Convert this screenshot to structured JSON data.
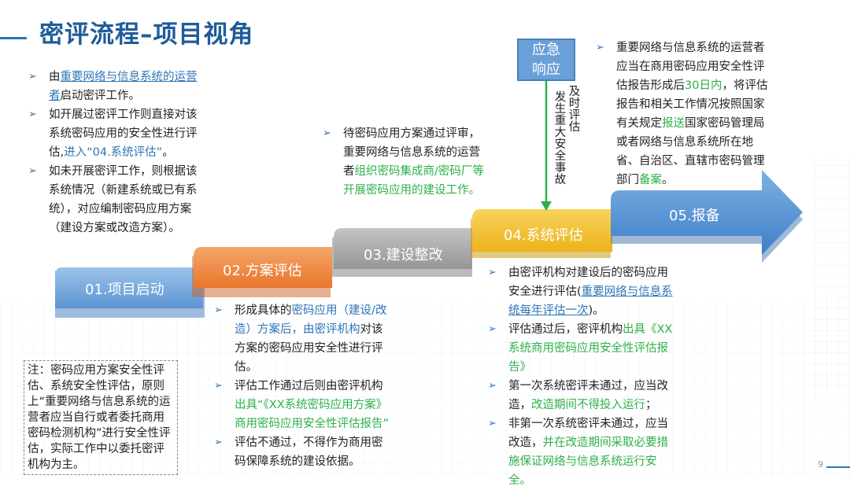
{
  "title": "密评流程–项目视角",
  "steps": [
    {
      "label": "01.项目启动"
    },
    {
      "label": "02.方案评估"
    },
    {
      "label": "03.建设整改"
    },
    {
      "label": "04.系统评估"
    },
    {
      "label": "05.报备"
    }
  ],
  "emergency": {
    "box": [
      "应急",
      "响应"
    ],
    "col1": [
      "发",
      "生",
      "重",
      "大",
      "安",
      "全",
      "事",
      "故"
    ],
    "col2": [
      "及",
      "时",
      "评",
      "估"
    ]
  },
  "left": {
    "b1": {
      "pre": "由",
      "link": "重要网络与信息系统的运营者",
      "post": "启动密评工作。"
    },
    "b2": {
      "text": "如开展过密评工作则直接对该系统密码应用的安全性进行评估,",
      "hl": "进入“04.系统评估”",
      "post": "。"
    },
    "b3": {
      "text": "如未开展密评工作，则根据该系统情况（新建系统或已有系统），对应编制密码应用方案（建设方案或改造方案）。"
    }
  },
  "mid": {
    "b1": {
      "pre": "待密码应用方案通过评审，重要网络与信息系统的运营者",
      "hl": "组织密码集成商/密码厂等开展密码应用的建设工作。"
    }
  },
  "plan": {
    "b1": {
      "pre": "形成具体的",
      "hl": "密码应用（建设/改造）方案后，由密评机构",
      "post": "对该方案的密码应用安全性进行评估。"
    },
    "b2": {
      "pre": "评估工作通过后则由密评机构",
      "hl": "出具“《XX系统密码应用方案》商用密码应用安全性评估报告”"
    },
    "b3": {
      "text": "评估不通过，不得作为商用密码保障系统的建设依据。"
    }
  },
  "eval": {
    "b1": {
      "pre": "由密评机构对建设后的密码应用安全进行评估(",
      "link": "重要网络与信息系统每年评估一次",
      "post": ")。"
    },
    "b2": {
      "pre": "评估通过后，密评机构",
      "hl": "出具《XX系统商用密码应用安全性评估报告》"
    },
    "b3": {
      "pre": "第一次系统密评未通过，应当改造，",
      "hl": "改造期间不得投入运行",
      "post": "；"
    },
    "b4": {
      "pre": "非第一次系统密评未通过，应当改造，",
      "hl": "并在改造期间采取必要措施保证网络与信息系统运行安全。"
    }
  },
  "report": {
    "b1": {
      "pre": "重要网络与信息系统的运营者应当在商用密码应用安全性评估报告形成后",
      "hl1": "30日内",
      "mid": "，将评估报告和相关工作情况按照国家有关规定",
      "hl2": "报送",
      "mid2": "国家密码管理局或者网络与信息系统所在地省、自治区、直辖市密码管理部门",
      "hl3": "备案",
      "post": "。"
    }
  },
  "note": "注：密码应用方案安全性评估、系统安全性评估，原则上“重要网络与信息系统的运营者应当自行或者委托商用密码检测机构”进行安全性评估，实际工作中以委托密评机构为主。",
  "page_number": "9",
  "colors": {
    "blue": "#2E75B6",
    "green": "#2DB04A",
    "orange": "#F08A3C",
    "gray": "#A6A6A6",
    "yellow": "#F2C230"
  }
}
